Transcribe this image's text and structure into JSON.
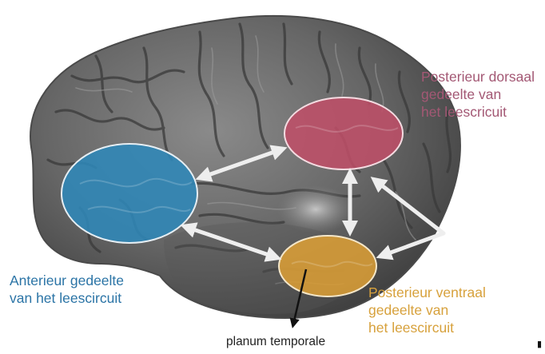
{
  "regions": {
    "posterior_dorsal": {
      "lines": [
        "Posterieur dorsaal",
        "gedeelte van",
        "het leescricuit"
      ],
      "color": "#c04e68",
      "text_color": "#a35874"
    },
    "anterior": {
      "lines": [
        "Anterieur gedeelte",
        "van het leescircuit"
      ],
      "color": "#2f87b8",
      "text_color": "#2b74a6"
    },
    "posterior_ventral": {
      "lines": [
        "Posterieur ventraal",
        "gedeelte van",
        "het leescircuit"
      ],
      "color": "#dda036",
      "text_color": "#d7a13c"
    }
  },
  "planum_label": "planum temporale",
  "corner_mark": "▮",
  "colors": {
    "brain": "#5f5f5f",
    "brain_dark": "#3f3f3f",
    "arrow": "#eeeeee",
    "background": "#ffffff"
  }
}
